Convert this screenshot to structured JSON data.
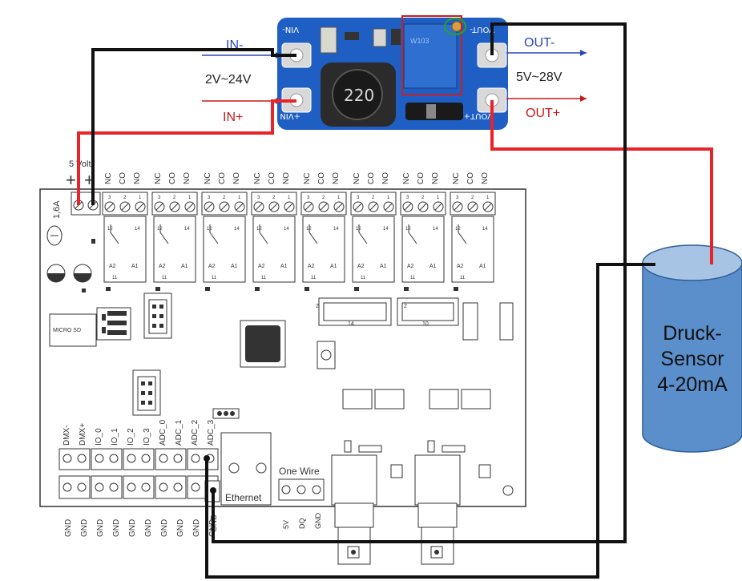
{
  "converter": {
    "in_minus": "IN-",
    "in_plus": "IN+",
    "input_range": "2V~24V",
    "out_minus": "OUT-",
    "out_plus": "OUT+",
    "output_range": "5V~28V",
    "pad_vin_minus": "VIN-",
    "pad_vin_plus": "+VIN",
    "pad_vout_minus": "VOUT-",
    "pad_vout_plus": "VOUT+",
    "inductor_marking": "220",
    "pot_marking": "W103"
  },
  "board": {
    "supply_label": "5 Volt",
    "fuse_label": "1,6A",
    "relay_pins": [
      "NC",
      "CO",
      "NO"
    ],
    "relay_coil_labels": [
      "A2",
      "A1"
    ],
    "relay_terminal_labels": [
      "12",
      "14",
      "11"
    ],
    "terminal_numbers": [
      "3",
      "2",
      "1"
    ],
    "micro_sd": "MICRO SD",
    "bottom_labels": [
      "DMX-",
      "DMX+",
      "IO_0",
      "IO_1",
      "IO_2",
      "IO_3",
      "ADC_0",
      "ADC_1",
      "ADC_2",
      "ADC_3"
    ],
    "gnd_labels": [
      "GND",
      "GND",
      "GND",
      "GND",
      "GND",
      "GND",
      "GND",
      "GND",
      "GND",
      "GND"
    ],
    "ethernet": "Ethernet",
    "one_wire": "One Wire",
    "one_wire_pins": [
      "5V",
      "DQ",
      "GND"
    ],
    "gnd_extra": "GND",
    "header_pin_14": "14",
    "header_pin_16": "10",
    "header_pin_2": "2"
  },
  "sensor": {
    "line1": "Druck-",
    "line2": "Sensor",
    "line3": "4-20mA"
  },
  "colors": {
    "board_outline": "#333333",
    "module_blue": "#1f5fc4",
    "pot_blue": "#2f6fd0",
    "wire_red": "#e8232a",
    "wire_black": "#111111",
    "sensor_fill": "#5b8fcb",
    "sensor_top": "#a7c4e4",
    "label_blue": "#2a47b8",
    "label_red": "#c81818"
  }
}
